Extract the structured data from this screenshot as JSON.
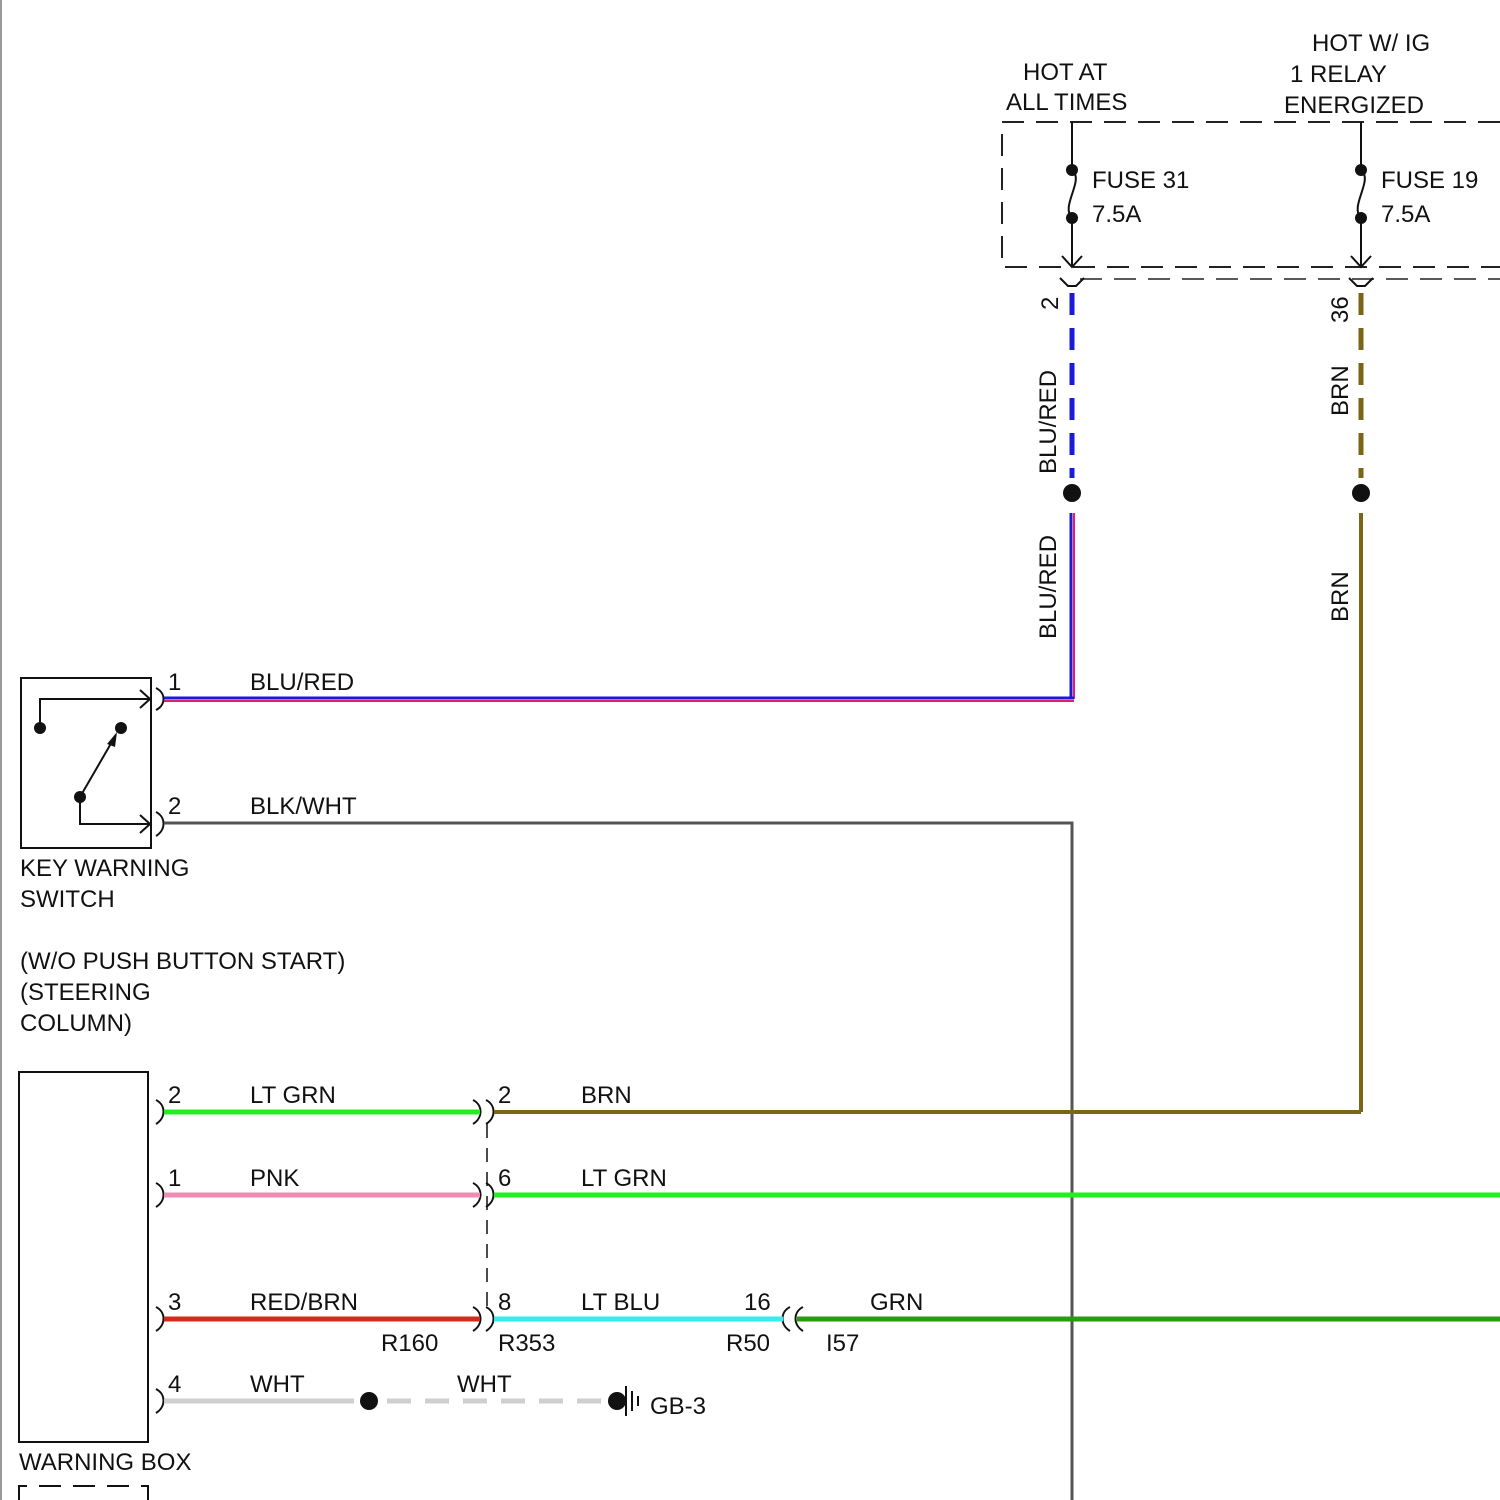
{
  "power": {
    "hot_at_all_times": [
      "HOT AT",
      "ALL TIMES"
    ],
    "hot_w_ig": [
      "HOT W/ IG",
      "1 RELAY",
      "ENERGIZED"
    ],
    "fuse31": {
      "name": "FUSE 31",
      "rating": "7.5A"
    },
    "fuse19": {
      "name": "FUSE 19",
      "rating": "7.5A"
    },
    "pin_left": "2",
    "pin_right": "36"
  },
  "vertical_wires": {
    "left_upper": "BLU/RED",
    "left_lower": "BLU/RED",
    "right_upper": "BRN",
    "right_lower": "BRN"
  },
  "key_warning_switch": {
    "title": [
      "KEY WARNING",
      "SWITCH"
    ],
    "notes": [
      "(W/O PUSH BUTTON START)",
      "(STEERING",
      "COLUMN)"
    ],
    "pin1": "1",
    "pin2": "2",
    "wire1": "BLU/RED",
    "wire2": "BLK/WHT"
  },
  "warning_box": {
    "title": "WARNING BOX",
    "rows": [
      {
        "pin": "2",
        "wire": "LT GRN",
        "out_pin": "2",
        "out_wire": "BRN"
      },
      {
        "pin": "1",
        "wire": "PNK",
        "out_pin": "6",
        "out_wire": "LT GRN"
      },
      {
        "pin": "3",
        "wire": "RED/BRN",
        "out_pin": "8",
        "out_wire": "LT BLU",
        "far_pin": "16",
        "far_wire": "GRN"
      },
      {
        "pin": "4",
        "wire": "WHT",
        "out_wire": "WHT"
      }
    ],
    "connectors": {
      "c1": "R160",
      "c2": "R353",
      "c3": "R50",
      "c4": "I57"
    },
    "ground": "GB-3"
  },
  "colors": {
    "blu_red_blue": "#1a1ad9",
    "blu_red_red": "#e0206a",
    "brn": "#7b6516",
    "blk_wht": "#555555",
    "lt_grn": "#22ee22",
    "pnk": "#f08cb4",
    "red_brn": "#d42a1a",
    "lt_blu": "#33eeee",
    "grn": "#2a9a12",
    "wht": "#cfcfcf"
  }
}
